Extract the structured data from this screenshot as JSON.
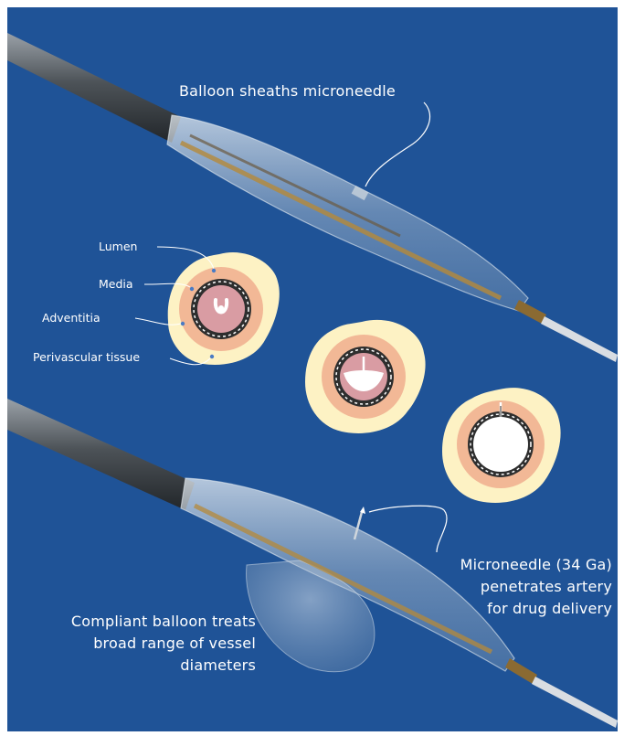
{
  "labels": {
    "balloon_sheaths": "Balloon sheaths microneedle",
    "lumen": "Lumen",
    "media": "Media",
    "adventitia": "Adventitia",
    "perivascular": "Perivascular tissue",
    "microneedle_line1": "Microneedle (34 Ga)",
    "microneedle_line2": "penetrates artery",
    "microneedle_line3": "for drug delivery",
    "compliant_line1": "Compliant balloon treats",
    "compliant_line2": "broad range of vessel",
    "compliant_line3": "diameters"
  },
  "colors": {
    "background": "#1f5397",
    "perivascular": "#fdf2c4",
    "adventitia": "#f2b896",
    "media": "#2e2e2e",
    "lumen_tissue": "#d99ca3",
    "text": "#ffffff"
  }
}
